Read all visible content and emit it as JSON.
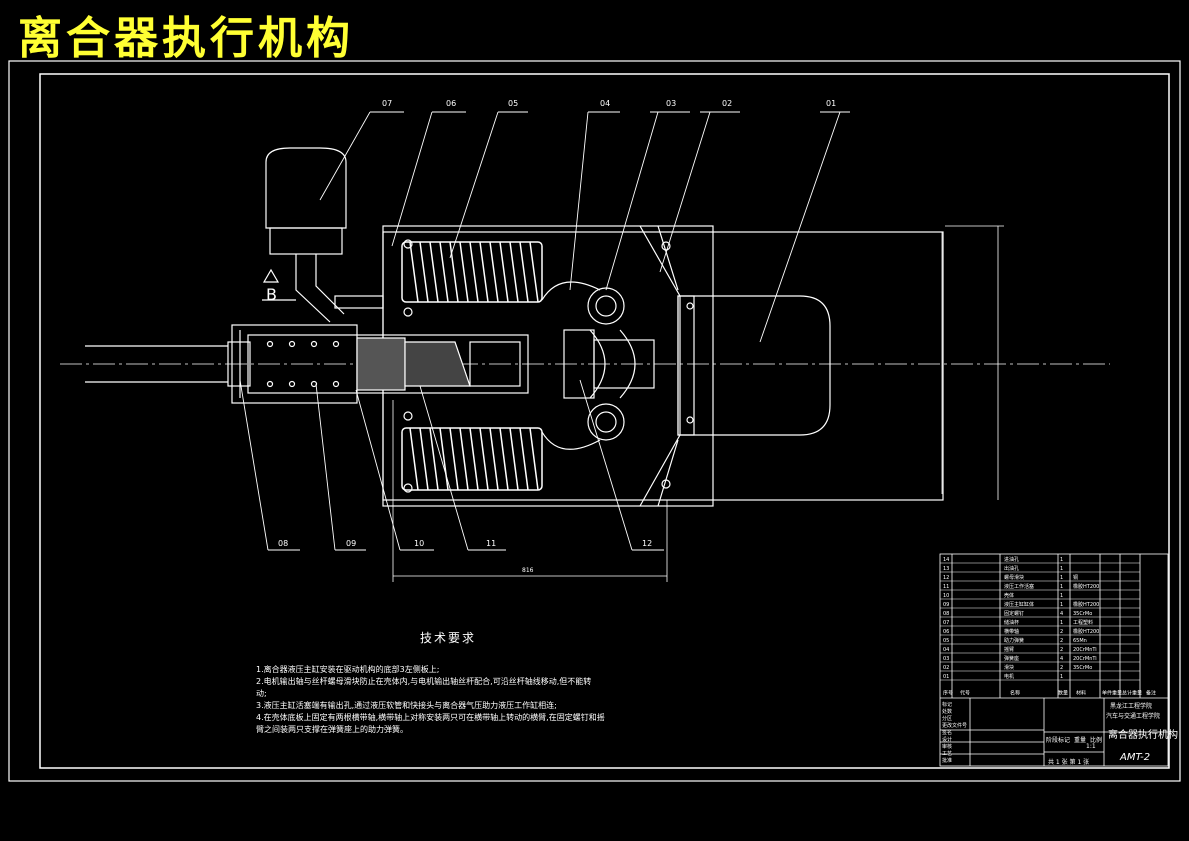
{
  "title": "离合器执行机构",
  "balloons": [
    "01",
    "02",
    "03",
    "04",
    "05",
    "06",
    "07",
    "08",
    "09",
    "10",
    "11",
    "12"
  ],
  "section_marker": "B",
  "dimension_text": "816",
  "tech_requirements": {
    "title": "技术要求",
    "lines": [
      "1.离合器液压主缸安装在驱动机构的底部3左侧板上;",
      "2.电机输出轴与丝杆螺母滑块防止在壳体内,与电机输出轴丝杆配合,可沿丝杆轴线移动,但不能转",
      "动;",
      "3.液压主缸活塞端有输出孔,通过液压软管和快接头与离合器气压助力液压工作缸相连;",
      "4.在壳体底板上固定有两根横带轴,横带轴上对称安装两只可在横带轴上转动的横臂,在固定螺钉和摇",
      "臂之间装两只支撑在弹簧座上的助力弹簧。"
    ]
  },
  "title_block": {
    "drawing_title": "离合器执行机构",
    "drawing_no": "AMT-2",
    "school": "黑龙江工程学院",
    "dept": "汽车与交通工程学院",
    "parts_header": [
      "序号",
      "代号",
      "名称",
      "数量",
      "材料",
      "单件重量",
      "总计重量",
      "备注"
    ],
    "parts": [
      {
        "no": "14",
        "name": "进油孔",
        "qty": "1",
        "mat": ""
      },
      {
        "no": "13",
        "name": "出油孔",
        "qty": "1",
        "mat": ""
      },
      {
        "no": "12",
        "name": "螺母滑块",
        "qty": "1",
        "mat": "铜"
      },
      {
        "no": "11",
        "name": "液压工作活塞",
        "qty": "1",
        "mat": "橡胶HT200"
      },
      {
        "no": "10",
        "name": "壳体",
        "qty": "1",
        "mat": ""
      },
      {
        "no": "09",
        "name": "液压主缸缸体",
        "qty": "1",
        "mat": "橡胶HT200"
      },
      {
        "no": "08",
        "name": "固定螺钉",
        "qty": "4",
        "mat": "35CrMo"
      },
      {
        "no": "07",
        "name": "储油杯",
        "qty": "1",
        "mat": "工程塑料"
      },
      {
        "no": "06",
        "name": "横带轴",
        "qty": "2",
        "mat": "橡胶HT200"
      },
      {
        "no": "05",
        "name": "助力弹簧",
        "qty": "2",
        "mat": "65Mn"
      },
      {
        "no": "04",
        "name": "摇臂",
        "qty": "2",
        "mat": "20CrMnTi"
      },
      {
        "no": "03",
        "name": "弹簧座",
        "qty": "4",
        "mat": "20CrMnTi"
      },
      {
        "no": "02",
        "name": "滑块",
        "qty": "2",
        "mat": "35CrMo"
      },
      {
        "no": "01",
        "name": "电机",
        "qty": "1",
        "mat": ""
      }
    ],
    "sign_rows": [
      "标记",
      "处数",
      "分区",
      "更改文件号",
      "签名",
      "设计",
      "审核",
      "工艺",
      "批准"
    ],
    "stage_labels": [
      "阶段标记",
      "重量",
      "比例"
    ],
    "sheet": "共 1 张  第 1 张",
    "scale": "1:1"
  },
  "colors": {
    "title": "#ffff33",
    "line": "#ffffff",
    "bg": "#000000"
  }
}
